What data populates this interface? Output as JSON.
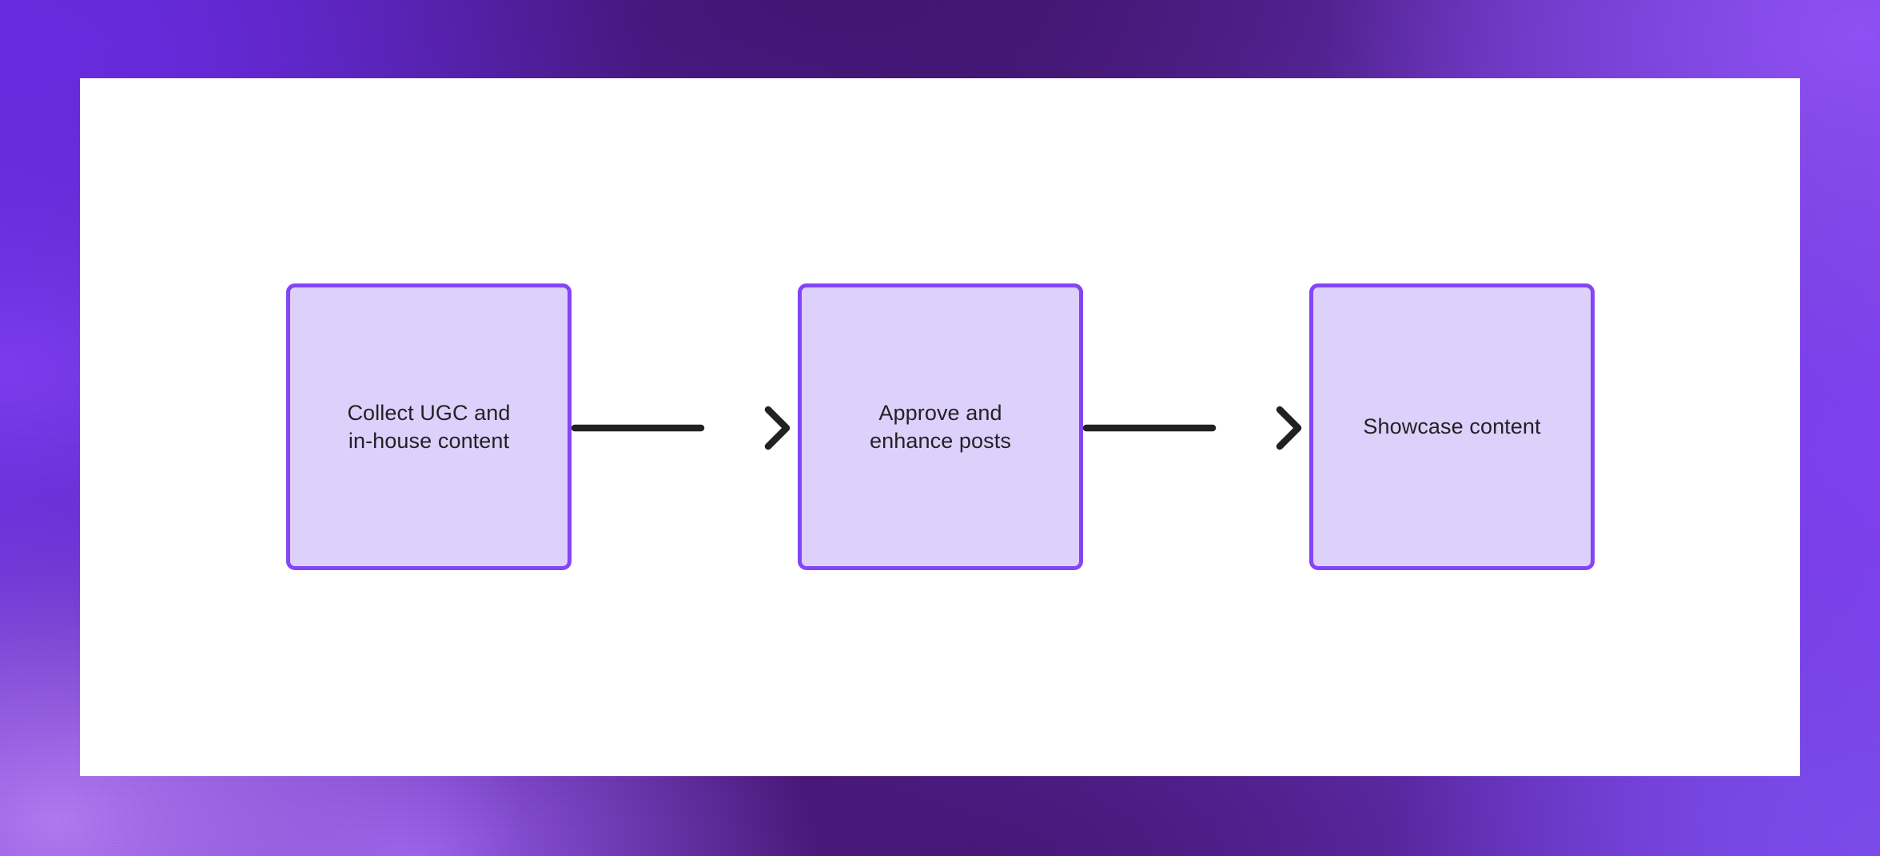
{
  "canvas": {
    "background_colors": {
      "top_left": "#682bdf",
      "top_center": "#4a1a7a",
      "top_right": "#8e50f3",
      "bottom_left": "#b078ef",
      "bottom_center": "#4e1a7e",
      "bottom_right": "#7a4ae8"
    },
    "card_background": "#ffffff"
  },
  "diagram": {
    "type": "flowchart",
    "direction": "left-to-right",
    "node_fill": "#ddd1fb",
    "node_border": "#8445f5",
    "node_text_color": "#222226",
    "edge_color": "#212121",
    "nodes": [
      {
        "id": "node-1",
        "label": "Collect UGC and\nin-house content"
      },
      {
        "id": "node-2",
        "label": "Approve and\nenhance posts"
      },
      {
        "id": "node-3",
        "label": "Showcase content"
      }
    ],
    "edges": [
      {
        "id": "edge-1",
        "from": "node-1",
        "to": "node-2",
        "style": "solid-arrow"
      },
      {
        "id": "edge-2",
        "from": "node-2",
        "to": "node-3",
        "style": "solid-arrow"
      }
    ]
  }
}
